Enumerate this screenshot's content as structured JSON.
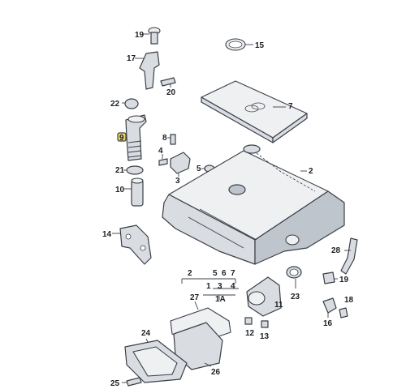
{
  "callouts": {
    "c1": "1",
    "c2": "2",
    "c3": "3",
    "c4": "4",
    "c5": "5",
    "c6": "6",
    "c7": "7",
    "c8": "8",
    "c9": "9",
    "c10": "10",
    "c11": "11",
    "c12": "12",
    "c13": "13",
    "c14": "14",
    "c15": "15",
    "c16": "16",
    "c17": "17",
    "c18": "18",
    "c19": "19",
    "c19b": "19",
    "c20": "20",
    "c21": "21",
    "c22": "22",
    "c23": "23",
    "c24": "24",
    "c25": "25",
    "c26": "26",
    "c27": "27",
    "c28": "28",
    "c1a": "1A"
  },
  "group": {
    "g2": "2",
    "g5": "5",
    "g6": "6",
    "g7": "7",
    "g1": "1",
    "g3": "3",
    "g4": "4",
    "g1a": "1A"
  },
  "colors": {
    "highlight": "#f3d46a",
    "line": "#3a3f47",
    "part": "#d9dde2"
  }
}
